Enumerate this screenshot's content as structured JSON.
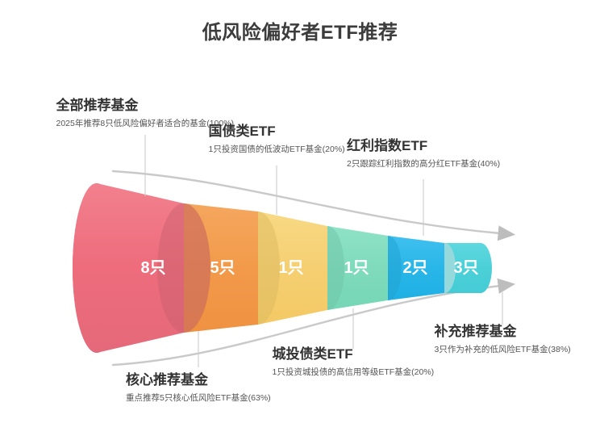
{
  "title": "低风险偏好者ETF推荐",
  "colors": {
    "background": "#ffffff",
    "title_text": "#3c3c3c",
    "label_title": "#333333",
    "label_desc": "#555555",
    "connector": "#c9c9c9",
    "arrow": "#bdbdbd",
    "value_text": "#ffffff"
  },
  "chart_data": {
    "type": "funnel",
    "title": "低风险偏好者ETF推荐",
    "xlabel": "",
    "ylabel": "",
    "grid": false,
    "legend": "none",
    "orientation": "horizontal-3d-cone",
    "unit": "只",
    "categories": [
      "全部推荐基金",
      "核心推荐基金",
      "国债类ETF",
      "城投债类ETF",
      "红利指数ETF",
      "补充推荐基金"
    ],
    "values": [
      8,
      5,
      1,
      1,
      2,
      3
    ],
    "value_labels": [
      "8只",
      "5只",
      "1只",
      "1只",
      "2只",
      "3只"
    ],
    "percents": [
      100,
      63,
      20,
      20,
      40,
      38
    ],
    "percent_labels": [
      "100%",
      "63%",
      "20%",
      "20%",
      "40%",
      "38%"
    ],
    "segment_colors": [
      "#ee6c7c",
      "#f29a4a",
      "#f5cf72",
      "#7fdbbc",
      "#29b6e8",
      "#4cd0d8"
    ],
    "segment_cap_colors": [
      "#c75f6d",
      "#d9883f",
      "#dcb960",
      "#6fc4a8",
      "#1fa2cf",
      "#3fb9c1"
    ]
  },
  "stages": [
    {
      "title": "全部推荐基金",
      "desc": "2025年推荐8只低风险偏好者适合的基金(100%)",
      "value": "8只",
      "percent": "100%",
      "color": "#ee6c7c"
    },
    {
      "title": "核心推荐基金",
      "desc": "重点推荐5只核心低风险ETF基金(63%)",
      "value": "5只",
      "percent": "63%",
      "color": "#f29a4a"
    },
    {
      "title": "国债类ETF",
      "desc": "1只投资国债的低波动ETF基金(20%)",
      "value": "1只",
      "percent": "20%",
      "color": "#f5cf72"
    },
    {
      "title": "城投债类ETF",
      "desc": "1只投资城投债的高信用等级ETF基金(20%)",
      "value": "1只",
      "percent": "20%",
      "color": "#7fdbbc"
    },
    {
      "title": "红利指数ETF",
      "desc": "2只跟踪红利指数的高分红ETF基金(40%)",
      "value": "2只",
      "percent": "40%",
      "color": "#29b6e8"
    },
    {
      "title": "补充推荐基金",
      "desc": "3只作为补充的低风险ETF基金(38%)",
      "value": "3只",
      "percent": "38%",
      "color": "#4cd0d8"
    }
  ]
}
